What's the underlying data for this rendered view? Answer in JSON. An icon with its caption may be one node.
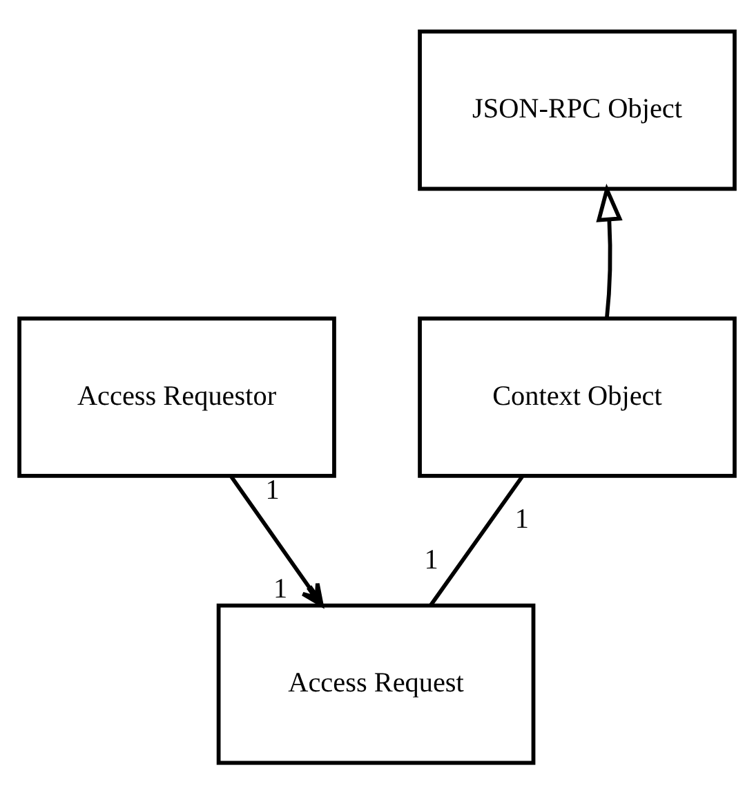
{
  "diagram": {
    "nodes": [
      {
        "text": [
          "JSON-RPC Object"
        ]
      },
      {
        "text": [
          "Access Requestor"
        ]
      },
      {
        "text": [
          "Context Object"
        ]
      },
      {
        "text": [
          "Access Request"
        ]
      }
    ],
    "edges": [
      {
        "from": 2,
        "to": 0,
        "arrow": "to"
      },
      {
        "from": 1,
        "to": 3,
        "arrow": "to"
      },
      {
        "from": 2,
        "to": 3,
        "arrow": "none"
      }
    ],
    "labels": [
      "1",
      "1",
      "1",
      "1"
    ]
  }
}
